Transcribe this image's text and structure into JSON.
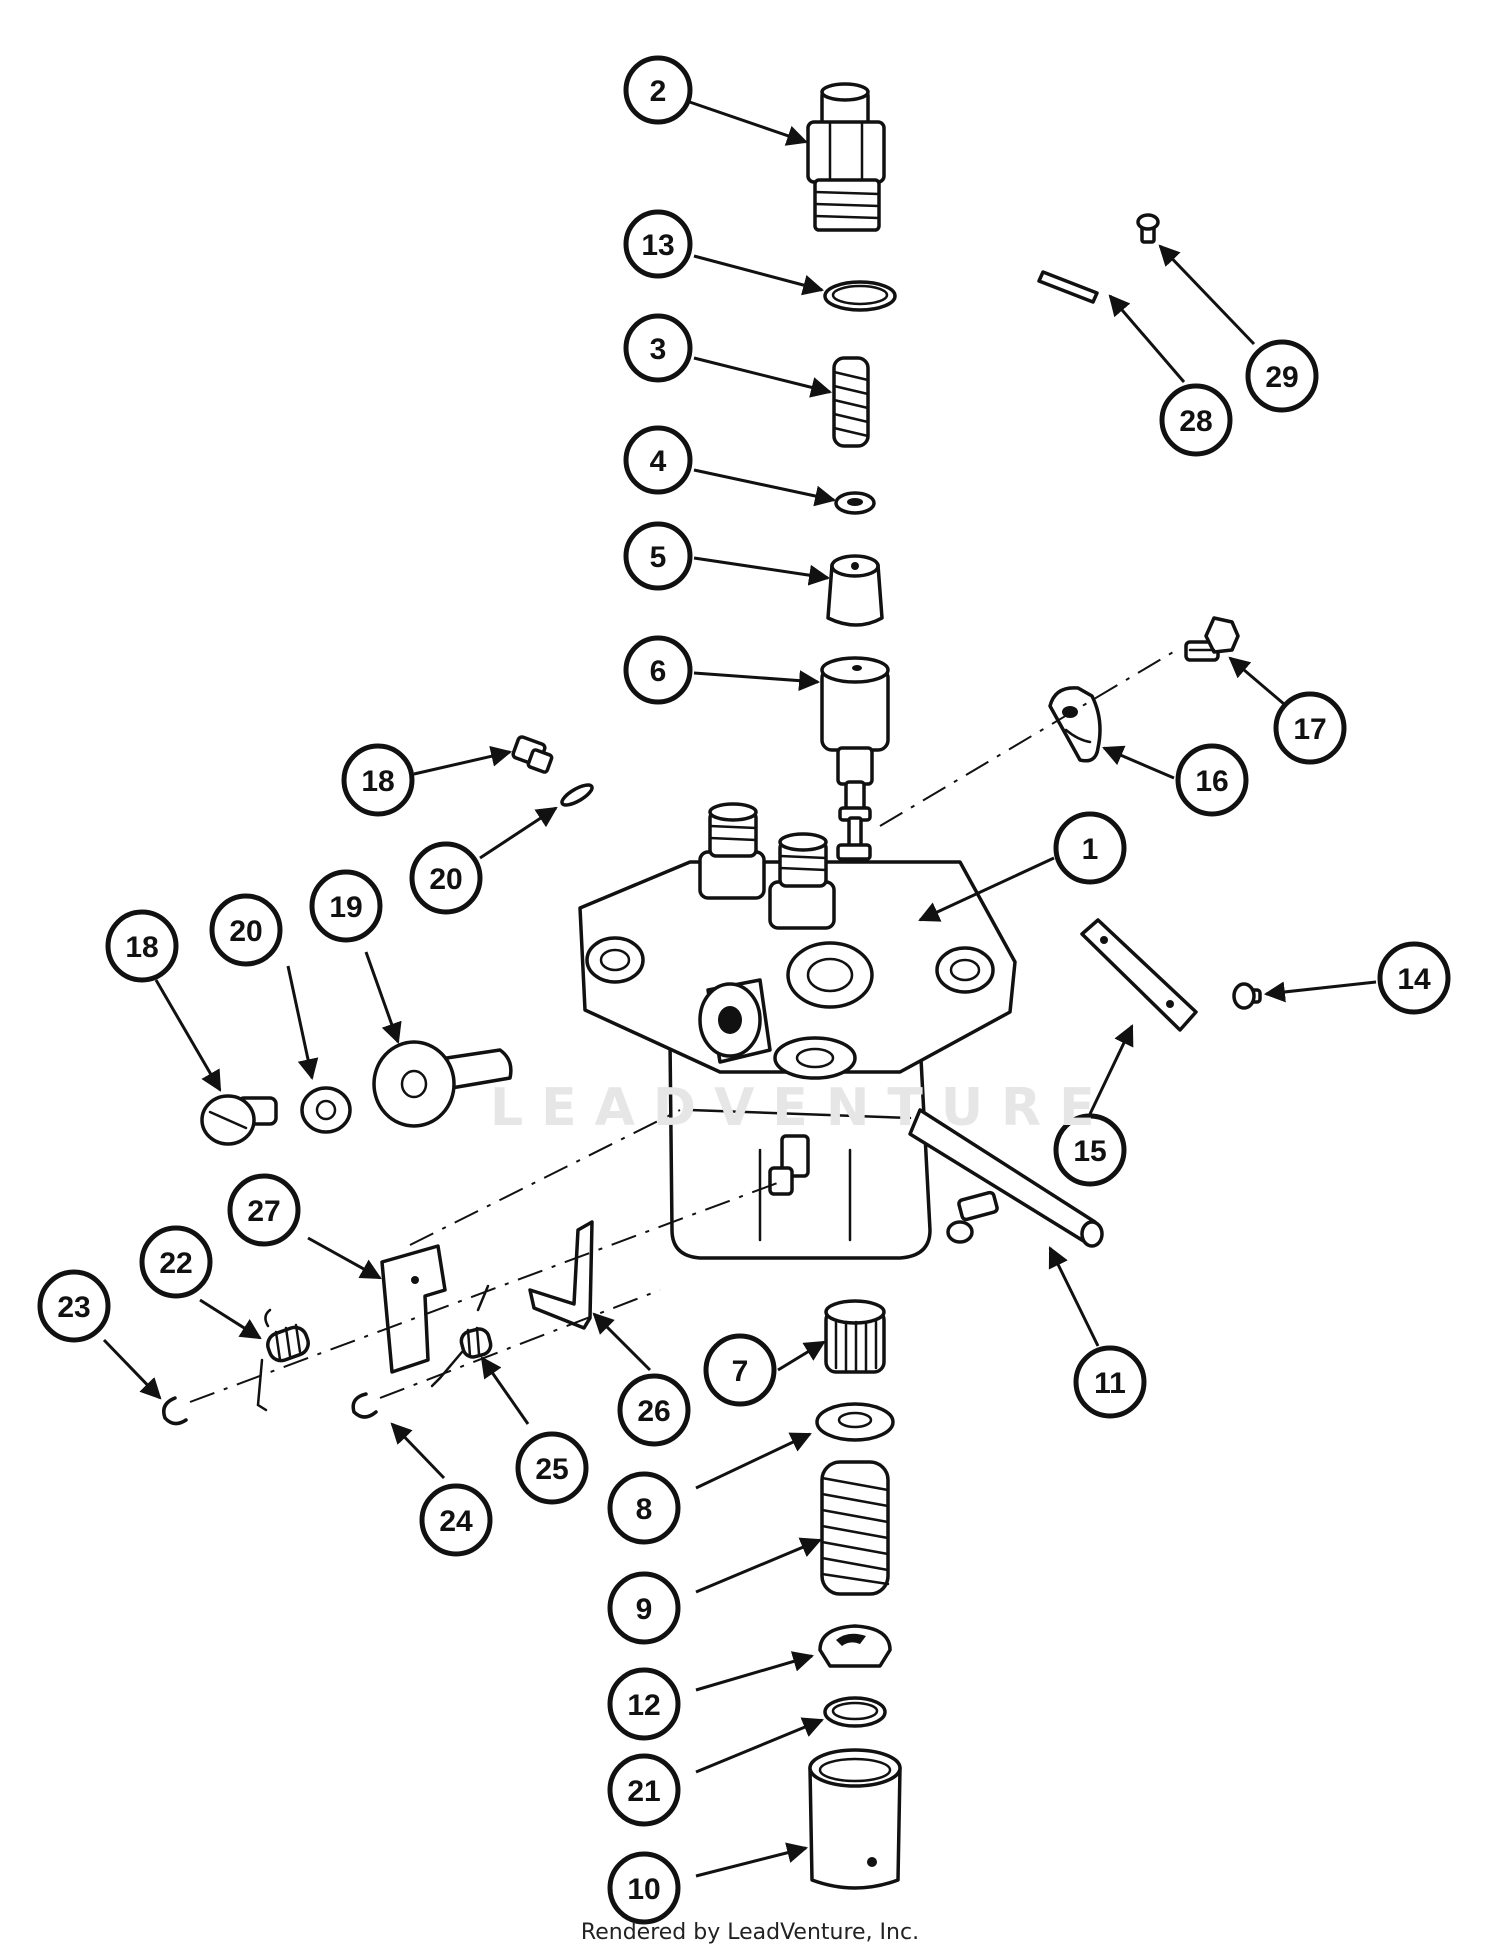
{
  "watermark": "LEADVENTURE",
  "credit": "Rendered by LeadVenture, Inc.",
  "callouts": [
    {
      "id": "c2",
      "label": "2"
    },
    {
      "id": "c13",
      "label": "13"
    },
    {
      "id": "c3",
      "label": "3"
    },
    {
      "id": "c4",
      "label": "4"
    },
    {
      "id": "c5",
      "label": "5"
    },
    {
      "id": "c6",
      "label": "6"
    },
    {
      "id": "c29",
      "label": "29"
    },
    {
      "id": "c28",
      "label": "28"
    },
    {
      "id": "c17",
      "label": "17"
    },
    {
      "id": "c16",
      "label": "16"
    },
    {
      "id": "c18a",
      "label": "18"
    },
    {
      "id": "c20a",
      "label": "20"
    },
    {
      "id": "c1",
      "label": "1"
    },
    {
      "id": "c14",
      "label": "14"
    },
    {
      "id": "c18b",
      "label": "18"
    },
    {
      "id": "c20b",
      "label": "20"
    },
    {
      "id": "c19",
      "label": "19"
    },
    {
      "id": "c15",
      "label": "15"
    },
    {
      "id": "c27",
      "label": "27"
    },
    {
      "id": "c22",
      "label": "22"
    },
    {
      "id": "c23",
      "label": "23"
    },
    {
      "id": "c11",
      "label": "11"
    },
    {
      "id": "c7",
      "label": "7"
    },
    {
      "id": "c26",
      "label": "26"
    },
    {
      "id": "c25",
      "label": "25"
    },
    {
      "id": "c24",
      "label": "24"
    },
    {
      "id": "c8",
      "label": "8"
    },
    {
      "id": "c9",
      "label": "9"
    },
    {
      "id": "c12",
      "label": "12"
    },
    {
      "id": "c21",
      "label": "21"
    },
    {
      "id": "c10",
      "label": "10"
    }
  ]
}
